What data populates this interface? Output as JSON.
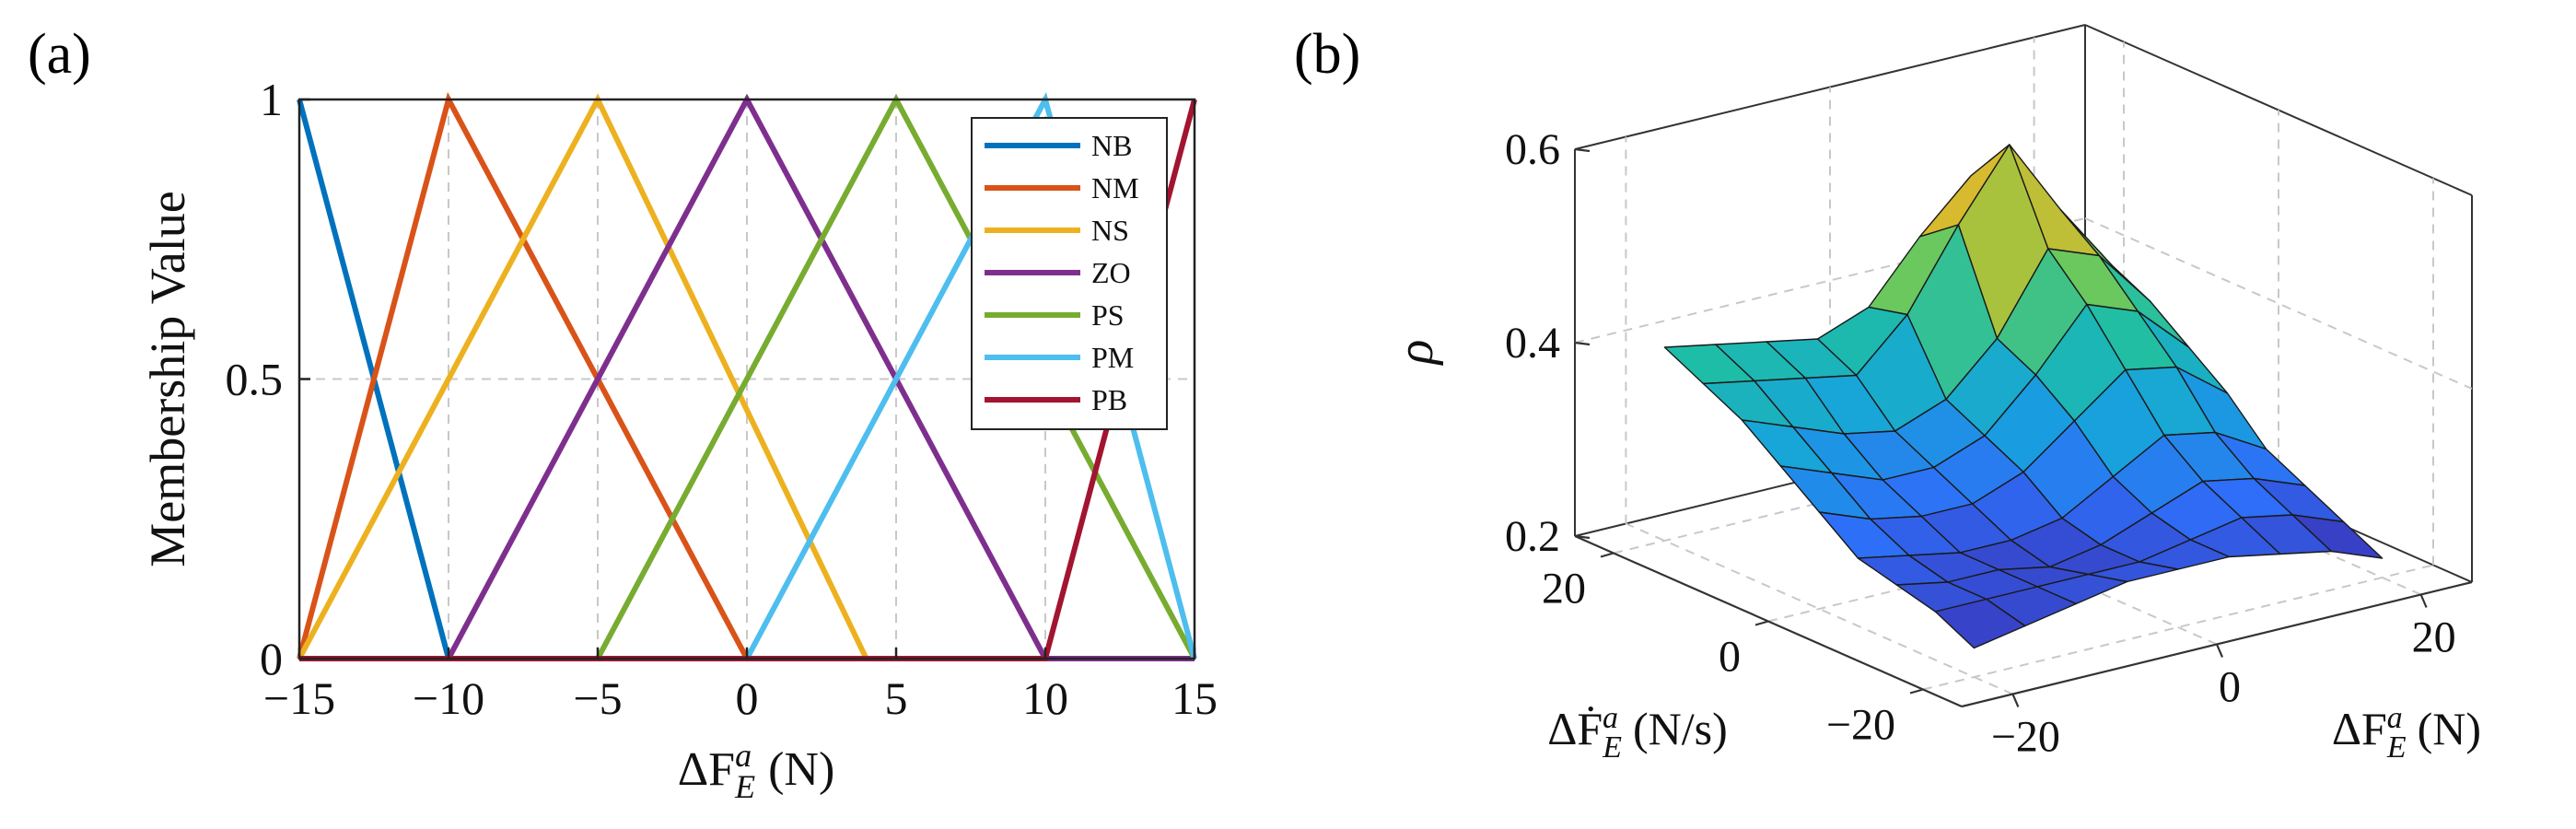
{
  "panels": {
    "a_label": "(a)",
    "b_label": "(b)"
  },
  "chart_data": [
    {
      "type": "line",
      "panel": "(a)",
      "title": "",
      "xlabel_base": "ΔF",
      "xlabel_sub": "E",
      "xlabel_sup": "a",
      "xlabel_unit": "(N)",
      "ylabel": "Membership Value",
      "xlim": [
        -15,
        15
      ],
      "ylim": [
        0,
        1
      ],
      "x_ticks": [
        -15,
        -10,
        -5,
        0,
        5,
        10,
        15
      ],
      "x_tick_labels": [
        "−15",
        "−10",
        "−5",
        "0",
        "5",
        "10",
        "15"
      ],
      "y_ticks": [
        0,
        0.5,
        1
      ],
      "y_tick_labels": [
        "0",
        "0.5",
        "1"
      ],
      "grid": true,
      "legend_position": "top-right",
      "series": [
        {
          "name": "NB",
          "color": "#0072BD",
          "points": [
            [
              -15,
              1
            ],
            [
              -10,
              0
            ],
            [
              15,
              0
            ]
          ]
        },
        {
          "name": "NM",
          "color": "#D95319",
          "points": [
            [
              -15,
              0
            ],
            [
              -10,
              1
            ],
            [
              0,
              0
            ],
            [
              15,
              0
            ]
          ]
        },
        {
          "name": "NS",
          "color": "#EDB120",
          "points": [
            [
              -15,
              0
            ],
            [
              -5,
              1
            ],
            [
              4,
              0
            ]
          ]
        },
        {
          "name": "ZO",
          "color": "#7E2F8E",
          "points": [
            [
              -10,
              0
            ],
            [
              0,
              1
            ],
            [
              10,
              0
            ],
            [
              15,
              0
            ]
          ]
        },
        {
          "name": "PS",
          "color": "#77AC30",
          "points": [
            [
              -5,
              0
            ],
            [
              5,
              1
            ],
            [
              15,
              0
            ]
          ]
        },
        {
          "name": "PM",
          "color": "#4DBEEE",
          "points": [
            [
              0,
              0
            ],
            [
              10,
              1
            ],
            [
              15,
              0
            ]
          ]
        },
        {
          "name": "PB",
          "color": "#A2142F",
          "points": [
            [
              -15,
              0
            ],
            [
              10,
              0
            ],
            [
              15,
              1
            ]
          ]
        }
      ]
    },
    {
      "type": "surface",
      "panel": "(b)",
      "title": "",
      "zlabel": "ρ",
      "xlabel_base": "ΔF",
      "xlabel_sub": "E",
      "xlabel_sup": "a",
      "xlabel_unit": "(N)",
      "ylabel_base": "ΔḞ",
      "ylabel_sub": "E",
      "ylabel_sup": "a",
      "ylabel_unit": "(N/s)",
      "xlim": [
        -25,
        25
      ],
      "ylim": [
        -25,
        25
      ],
      "zlim": [
        0.2,
        0.6
      ],
      "x_ticks": [
        -20,
        0,
        20
      ],
      "x_tick_labels": [
        "−20",
        "0",
        "20"
      ],
      "y_ticks": [
        -20,
        0,
        20
      ],
      "y_tick_labels": [
        "−20",
        "0",
        "20"
      ],
      "z_ticks": [
        0.2,
        0.4,
        0.6
      ],
      "z_tick_labels": [
        "0.2",
        "0.4",
        "0.6"
      ],
      "grid": true,
      "colormap": [
        "#3E26A8",
        "#2E6EF8",
        "#17A3DC",
        "#1EBDA8",
        "#7BCA4E",
        "#D7BA2E",
        "#F9FB15"
      ],
      "surface": {
        "x": [
          -20,
          -15,
          -10,
          -5,
          0,
          5,
          10,
          15,
          20
        ],
        "y": [
          -20,
          -15,
          -10,
          -5,
          0,
          5,
          10,
          15,
          20
        ],
        "z_rows_by_y": [
          [
            0.23,
            0.24,
            0.25,
            0.26,
            0.26,
            0.26,
            0.25,
            0.24,
            0.22
          ],
          [
            0.25,
            0.25,
            0.25,
            0.25,
            0.25,
            0.26,
            0.27,
            0.26,
            0.24
          ],
          [
            0.26,
            0.25,
            0.25,
            0.24,
            0.25,
            0.27,
            0.29,
            0.28,
            0.26
          ],
          [
            0.27,
            0.26,
            0.25,
            0.25,
            0.26,
            0.29,
            0.32,
            0.31,
            0.28
          ],
          [
            0.3,
            0.28,
            0.27,
            0.27,
            0.29,
            0.33,
            0.37,
            0.36,
            0.32
          ],
          [
            0.33,
            0.31,
            0.29,
            0.29,
            0.31,
            0.36,
            0.42,
            0.4,
            0.35
          ],
          [
            0.36,
            0.34,
            0.32,
            0.31,
            0.33,
            0.38,
            0.46,
            0.44,
            0.38
          ],
          [
            0.38,
            0.37,
            0.36,
            0.35,
            0.4,
            0.48,
            0.55,
            0.47,
            0.4
          ],
          [
            0.4,
            0.39,
            0.38,
            0.37,
            0.39,
            0.45,
            0.5,
            0.45,
            0.39
          ]
        ]
      }
    }
  ]
}
